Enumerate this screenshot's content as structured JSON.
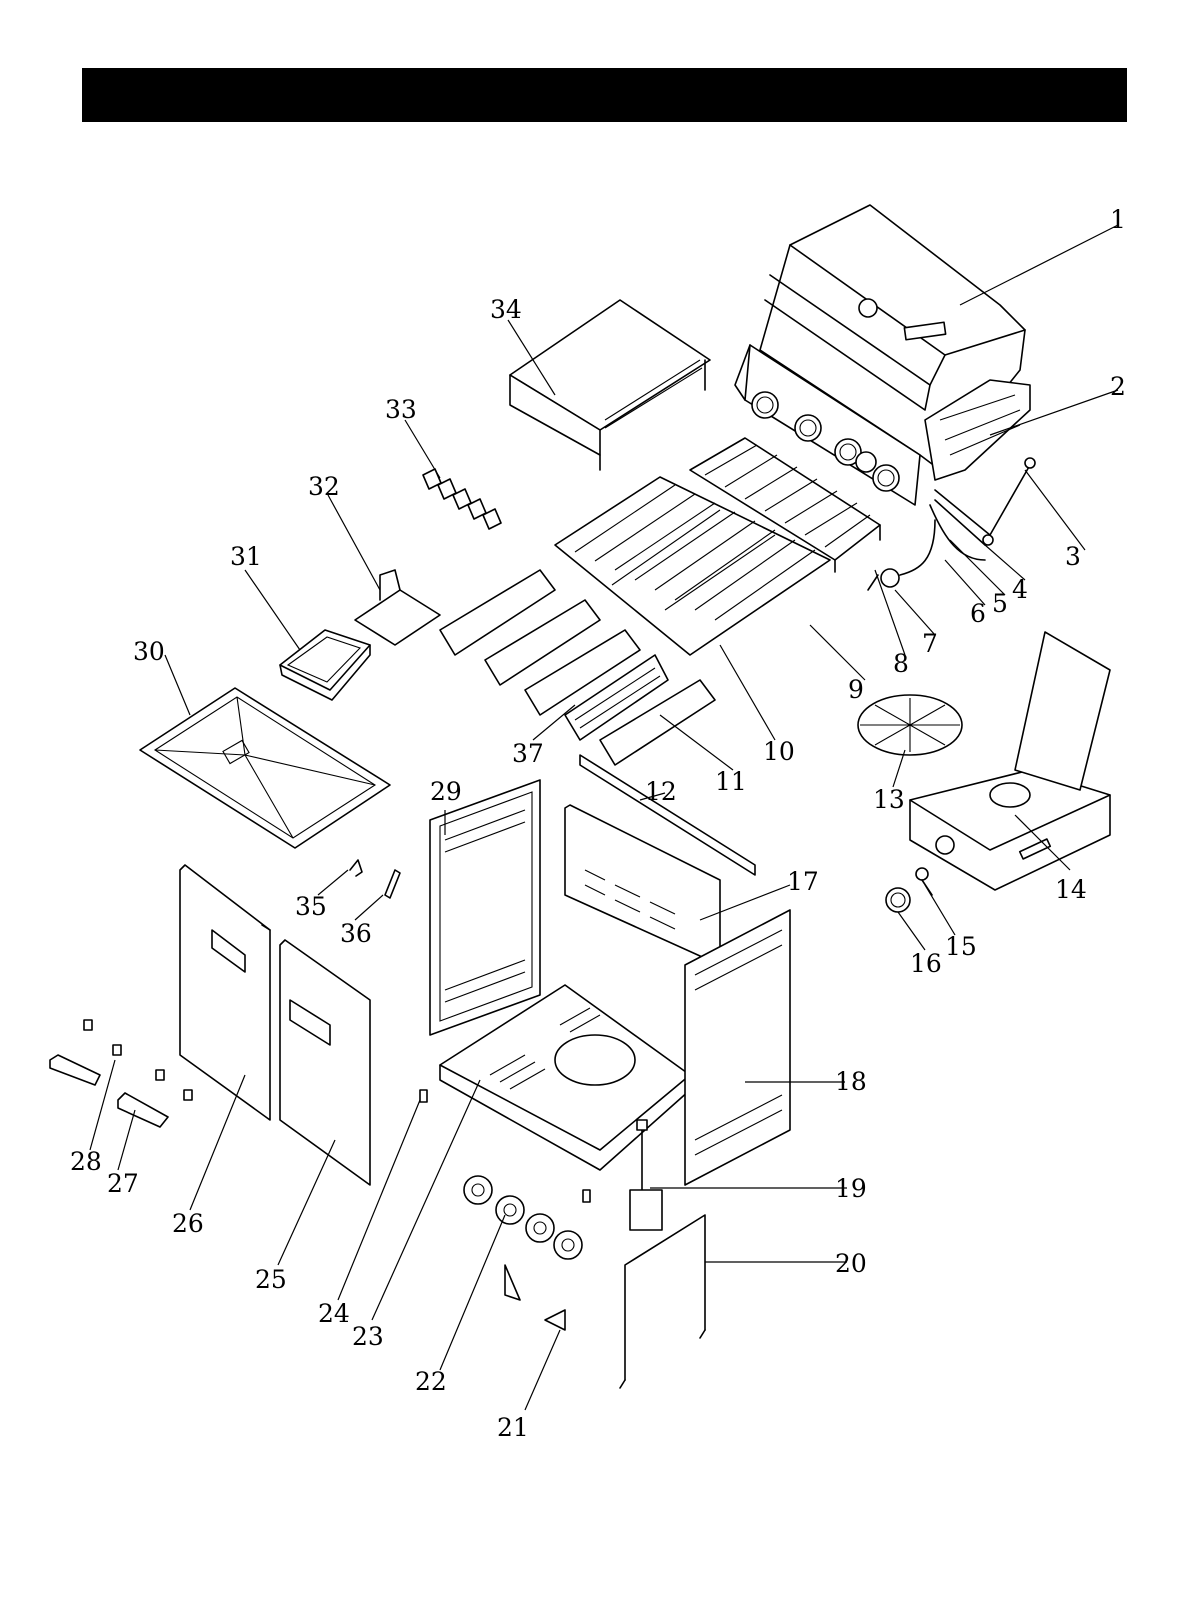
{
  "header": {
    "title": ""
  },
  "parts": [
    {
      "number": "1"
    },
    {
      "number": "2"
    },
    {
      "number": "3"
    },
    {
      "number": "4"
    },
    {
      "number": "5"
    },
    {
      "number": "6"
    },
    {
      "number": "7"
    },
    {
      "number": "8"
    },
    {
      "number": "9"
    },
    {
      "number": "10"
    },
    {
      "number": "11"
    },
    {
      "number": "12"
    },
    {
      "number": "13"
    },
    {
      "number": "14"
    },
    {
      "number": "15"
    },
    {
      "number": "16"
    },
    {
      "number": "17"
    },
    {
      "number": "18"
    },
    {
      "number": "19"
    },
    {
      "number": "20"
    },
    {
      "number": "21"
    },
    {
      "number": "22"
    },
    {
      "number": "23"
    },
    {
      "number": "24"
    },
    {
      "number": "25"
    },
    {
      "number": "26"
    },
    {
      "number": "27"
    },
    {
      "number": "28"
    },
    {
      "number": "29"
    },
    {
      "number": "30"
    },
    {
      "number": "31"
    },
    {
      "number": "32"
    },
    {
      "number": "33"
    },
    {
      "number": "34"
    },
    {
      "number": "35"
    },
    {
      "number": "36"
    },
    {
      "number": "37"
    }
  ]
}
